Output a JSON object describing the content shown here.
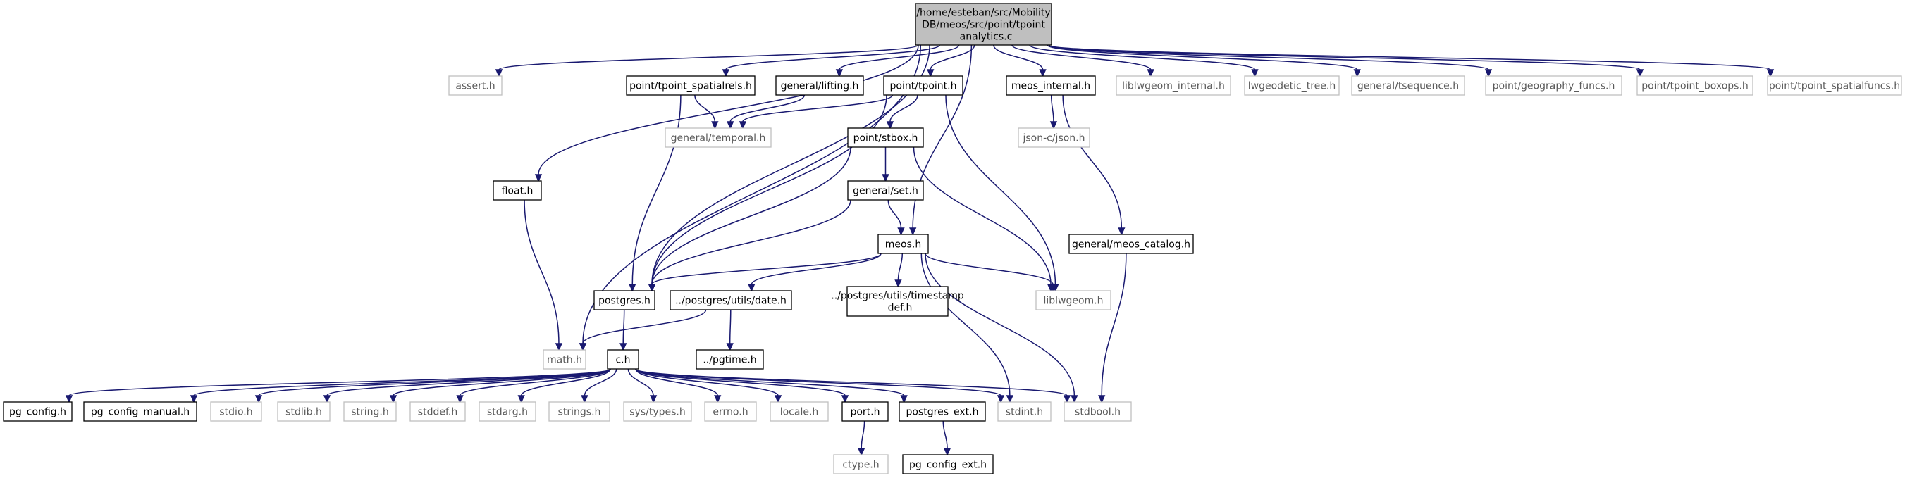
{
  "colors": {
    "edge": "#191970",
    "node_border_defined": "#000000",
    "node_border_external": "#bfbfbf",
    "node_text_defined": "#000000",
    "node_text_external": "#5a5a5a",
    "root_fill": "#bfbfbf"
  },
  "graph": {
    "type": "include-dependency-graph",
    "nodes": [
      {
        "id": "root",
        "kind": "root",
        "lines": [
          "/home/esteban/src/Mobility",
          "DB/meos/src/point/tpoint",
          "_analytics.c"
        ]
      },
      {
        "id": "assert",
        "kind": "external",
        "lines": [
          "assert.h"
        ]
      },
      {
        "id": "float",
        "kind": "defined",
        "lines": [
          "float.h"
        ]
      },
      {
        "id": "tpoint_spatialrels",
        "kind": "defined",
        "lines": [
          "point/tpoint_spatialrels.h"
        ]
      },
      {
        "id": "lifting",
        "kind": "defined",
        "lines": [
          "general/lifting.h"
        ]
      },
      {
        "id": "tpoint",
        "kind": "defined",
        "lines": [
          "point/tpoint.h"
        ]
      },
      {
        "id": "meos_internal",
        "kind": "defined",
        "lines": [
          "meos_internal.h"
        ]
      },
      {
        "id": "liblwgeom_internal",
        "kind": "external",
        "lines": [
          "liblwgeom_internal.h"
        ]
      },
      {
        "id": "lwgeodetic_tree",
        "kind": "external",
        "lines": [
          "lwgeodetic_tree.h"
        ]
      },
      {
        "id": "tsequence",
        "kind": "external",
        "lines": [
          "general/tsequence.h"
        ]
      },
      {
        "id": "geography_funcs",
        "kind": "external",
        "lines": [
          "point/geography_funcs.h"
        ]
      },
      {
        "id": "tpoint_boxops",
        "kind": "external",
        "lines": [
          "point/tpoint_boxops.h"
        ]
      },
      {
        "id": "tpoint_spatialfuncs",
        "kind": "external",
        "lines": [
          "point/tpoint_spatialfuncs.h"
        ]
      },
      {
        "id": "temporal",
        "kind": "external",
        "lines": [
          "general/temporal.h"
        ]
      },
      {
        "id": "stbox",
        "kind": "defined",
        "lines": [
          "point/stbox.h"
        ]
      },
      {
        "id": "json",
        "kind": "external",
        "lines": [
          "json-c/json.h"
        ]
      },
      {
        "id": "set",
        "kind": "defined",
        "lines": [
          "general/set.h"
        ]
      },
      {
        "id": "meos",
        "kind": "defined",
        "lines": [
          "meos.h"
        ]
      },
      {
        "id": "meos_catalog",
        "kind": "defined",
        "lines": [
          "general/meos_catalog.h"
        ]
      },
      {
        "id": "postgres",
        "kind": "defined",
        "lines": [
          "postgres.h"
        ]
      },
      {
        "id": "date",
        "kind": "defined",
        "lines": [
          "../postgres/utils/date.h"
        ]
      },
      {
        "id": "timestamp_def",
        "kind": "defined",
        "lines": [
          "../postgres/utils/timestamp",
          "_def.h"
        ]
      },
      {
        "id": "liblwgeom",
        "kind": "external",
        "lines": [
          "liblwgeom.h"
        ]
      },
      {
        "id": "math",
        "kind": "external",
        "lines": [
          "math.h"
        ]
      },
      {
        "id": "c",
        "kind": "defined",
        "lines": [
          "c.h"
        ]
      },
      {
        "id": "pgtime",
        "kind": "defined",
        "lines": [
          "../pgtime.h"
        ]
      },
      {
        "id": "pg_config",
        "kind": "defined",
        "lines": [
          "pg_config.h"
        ]
      },
      {
        "id": "pg_config_manual",
        "kind": "defined",
        "lines": [
          "pg_config_manual.h"
        ]
      },
      {
        "id": "stdio",
        "kind": "external",
        "lines": [
          "stdio.h"
        ]
      },
      {
        "id": "stdlib",
        "kind": "external",
        "lines": [
          "stdlib.h"
        ]
      },
      {
        "id": "string",
        "kind": "external",
        "lines": [
          "string.h"
        ]
      },
      {
        "id": "stddef",
        "kind": "external",
        "lines": [
          "stddef.h"
        ]
      },
      {
        "id": "stdarg",
        "kind": "external",
        "lines": [
          "stdarg.h"
        ]
      },
      {
        "id": "strings",
        "kind": "external",
        "lines": [
          "strings.h"
        ]
      },
      {
        "id": "systypes",
        "kind": "external",
        "lines": [
          "sys/types.h"
        ]
      },
      {
        "id": "errno",
        "kind": "external",
        "lines": [
          "errno.h"
        ]
      },
      {
        "id": "locale",
        "kind": "external",
        "lines": [
          "locale.h"
        ]
      },
      {
        "id": "port",
        "kind": "defined",
        "lines": [
          "port.h"
        ]
      },
      {
        "id": "postgres_ext",
        "kind": "defined",
        "lines": [
          "postgres_ext.h"
        ]
      },
      {
        "id": "stdint",
        "kind": "external",
        "lines": [
          "stdint.h"
        ]
      },
      {
        "id": "stdbool",
        "kind": "external",
        "lines": [
          "stdbool.h"
        ]
      },
      {
        "id": "ctype",
        "kind": "external",
        "lines": [
          "ctype.h"
        ]
      },
      {
        "id": "pg_config_ext",
        "kind": "defined",
        "lines": [
          "pg_config_ext.h"
        ]
      }
    ],
    "edges": [
      [
        "root",
        "assert"
      ],
      [
        "root",
        "float"
      ],
      [
        "root",
        "math"
      ],
      [
        "root",
        "postgres"
      ],
      [
        "root",
        "tpoint_spatialrels"
      ],
      [
        "root",
        "lifting"
      ],
      [
        "root",
        "tpoint"
      ],
      [
        "root",
        "meos"
      ],
      [
        "root",
        "meos_internal"
      ],
      [
        "root",
        "liblwgeom_internal"
      ],
      [
        "root",
        "lwgeodetic_tree"
      ],
      [
        "root",
        "tsequence"
      ],
      [
        "root",
        "geography_funcs"
      ],
      [
        "root",
        "tpoint_boxops"
      ],
      [
        "root",
        "tpoint_spatialfuncs"
      ],
      [
        "float",
        "math"
      ],
      [
        "tpoint_spatialrels",
        "temporal"
      ],
      [
        "tpoint_spatialrels",
        "postgres"
      ],
      [
        "lifting",
        "temporal"
      ],
      [
        "tpoint",
        "temporal"
      ],
      [
        "tpoint",
        "stbox"
      ],
      [
        "tpoint",
        "postgres"
      ],
      [
        "tpoint",
        "liblwgeom"
      ],
      [
        "meos_internal",
        "json"
      ],
      [
        "meos_internal",
        "meos_catalog"
      ],
      [
        "stbox",
        "set"
      ],
      [
        "stbox",
        "postgres"
      ],
      [
        "stbox",
        "liblwgeom"
      ],
      [
        "set",
        "meos"
      ],
      [
        "set",
        "postgres"
      ],
      [
        "meos",
        "postgres"
      ],
      [
        "meos",
        "date"
      ],
      [
        "meos",
        "timestamp_def"
      ],
      [
        "meos",
        "liblwgeom"
      ],
      [
        "meos",
        "stdint"
      ],
      [
        "meos",
        "stdbool"
      ],
      [
        "meos_catalog",
        "stdbool"
      ],
      [
        "postgres",
        "c"
      ],
      [
        "date",
        "math"
      ],
      [
        "date",
        "pgtime"
      ],
      [
        "c",
        "pg_config"
      ],
      [
        "c",
        "pg_config_manual"
      ],
      [
        "c",
        "stdio"
      ],
      [
        "c",
        "stdlib"
      ],
      [
        "c",
        "string"
      ],
      [
        "c",
        "stddef"
      ],
      [
        "c",
        "stdarg"
      ],
      [
        "c",
        "strings"
      ],
      [
        "c",
        "systypes"
      ],
      [
        "c",
        "errno"
      ],
      [
        "c",
        "locale"
      ],
      [
        "c",
        "port"
      ],
      [
        "c",
        "postgres_ext"
      ],
      [
        "c",
        "stdint"
      ],
      [
        "c",
        "stdbool"
      ],
      [
        "port",
        "ctype"
      ],
      [
        "postgres_ext",
        "pg_config_ext"
      ]
    ]
  }
}
